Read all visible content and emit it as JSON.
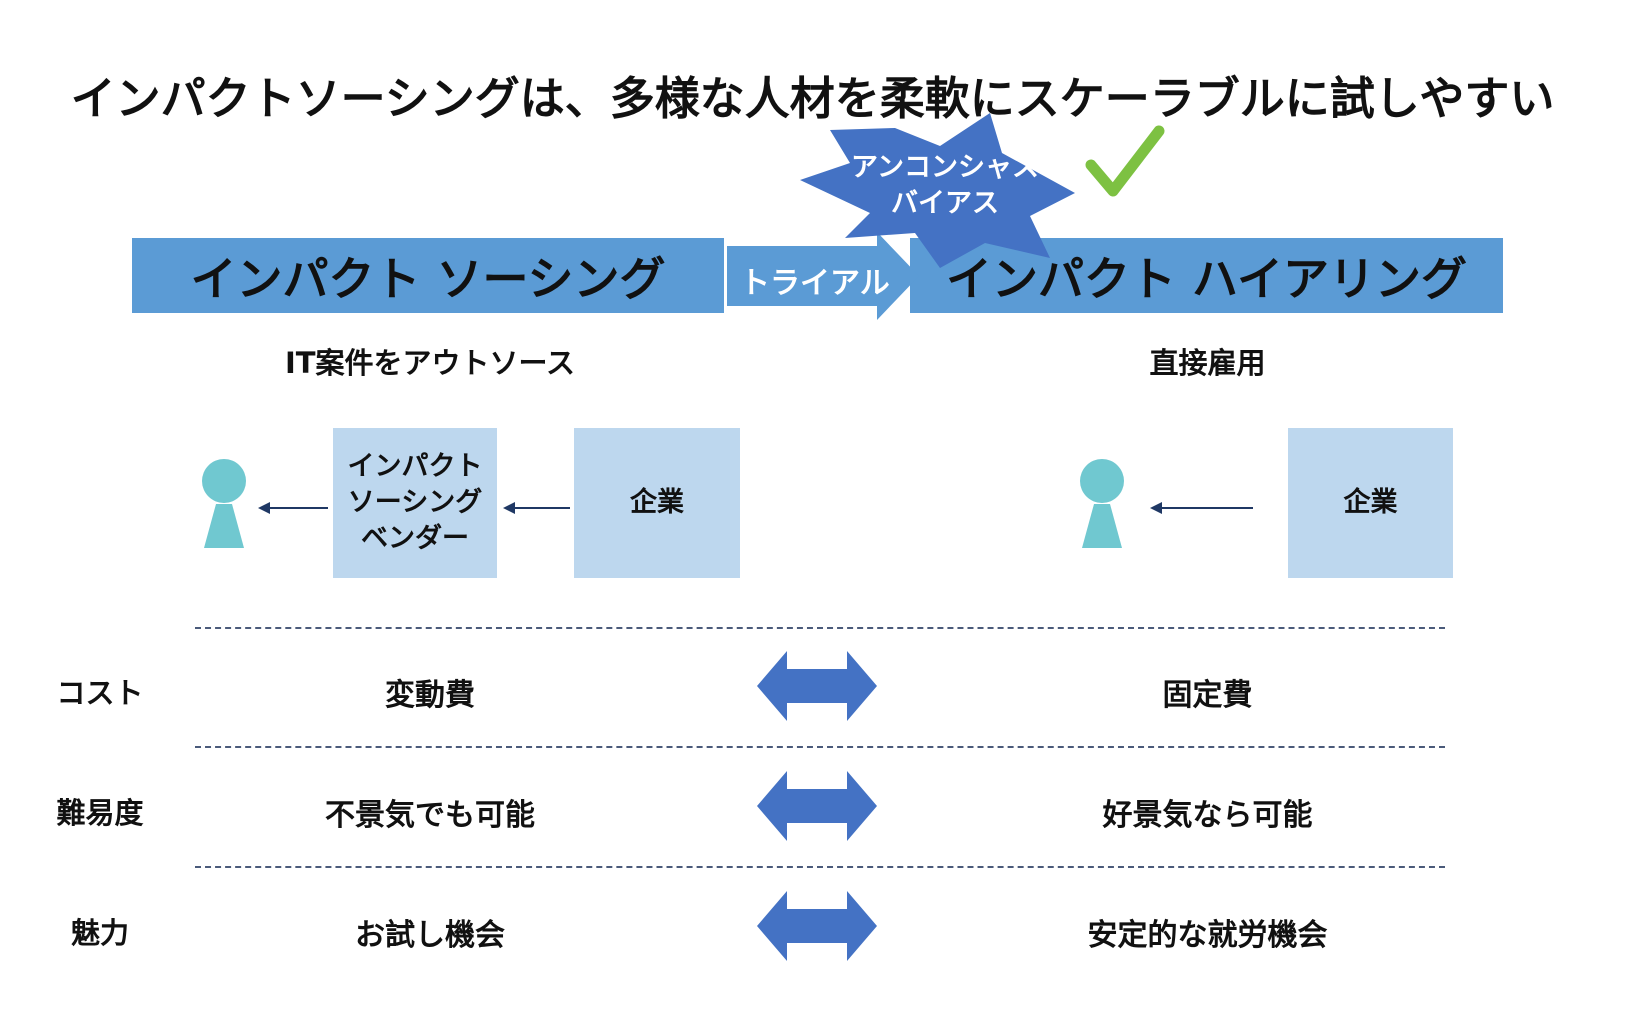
{
  "title": "インパクトソーシングは、多様な人材を柔軟にスケーラブルに試しやすい",
  "left_band": "インパクト ソーシング",
  "right_band": "インパクト ハイアリング",
  "trial_arrow": "トライアル",
  "burst": {
    "line1": "アンコンシャス",
    "line2": "バイアス"
  },
  "left_subtitle": "IT案件をアウトソース",
  "right_subtitle": "直接雇用",
  "vendor_box": {
    "line1": "インパクト",
    "line2": "ソーシング",
    "line3": "ベンダー"
  },
  "company_left": "企業",
  "company_right": "企業",
  "rows": [
    {
      "label": "コスト",
      "left": "変動費",
      "right": "固定費"
    },
    {
      "label": "難易度",
      "left": "不景気でも可能",
      "right": "好景気なら可能"
    },
    {
      "label": "魅力",
      "left": "お試し機会",
      "right": "安定的な就労機会"
    }
  ],
  "colors": {
    "band": "#5b9bd5",
    "box": "#bdd7ee",
    "burst": "#4472c4",
    "person": "#70c8d0",
    "double_arrow": "#4472c4",
    "check": "#7dc142"
  }
}
